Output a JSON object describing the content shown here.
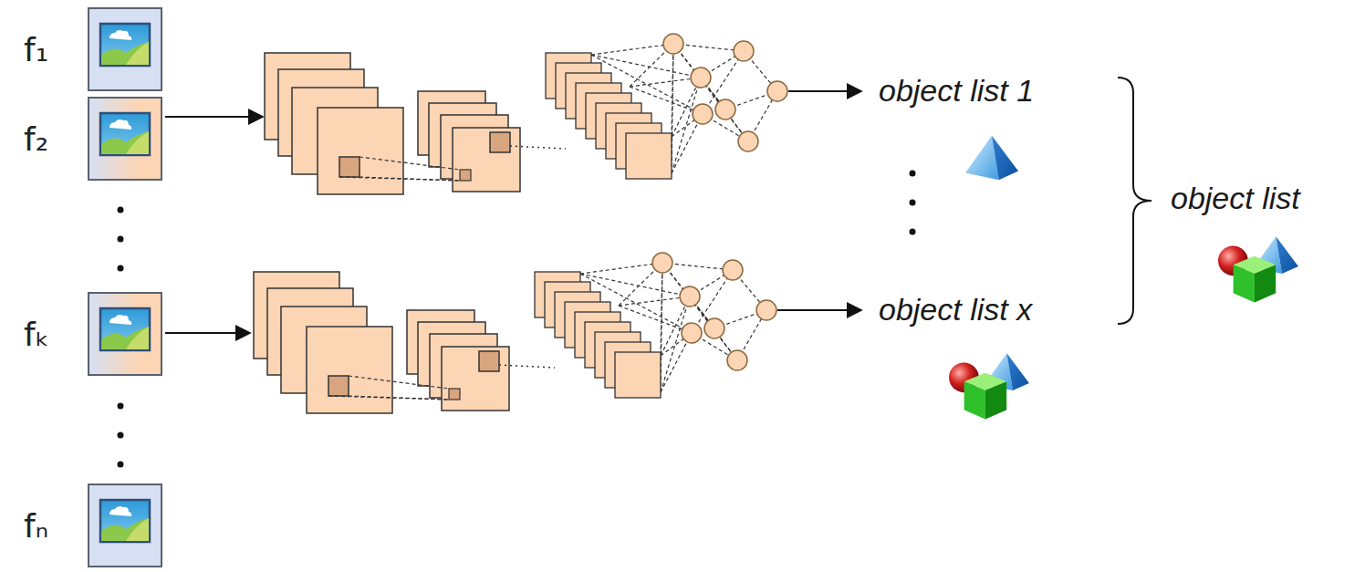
{
  "diagram": {
    "nodes": [
      {
        "text": [
          "f₁"
        ]
      },
      {
        "text": [
          "f₂"
        ]
      },
      {
        "text": [
          "fₖ"
        ]
      },
      {
        "text": [
          "fₙ"
        ]
      }
    ],
    "labels": [
      "object list 1",
      "object list x",
      "object list"
    ]
  }
}
